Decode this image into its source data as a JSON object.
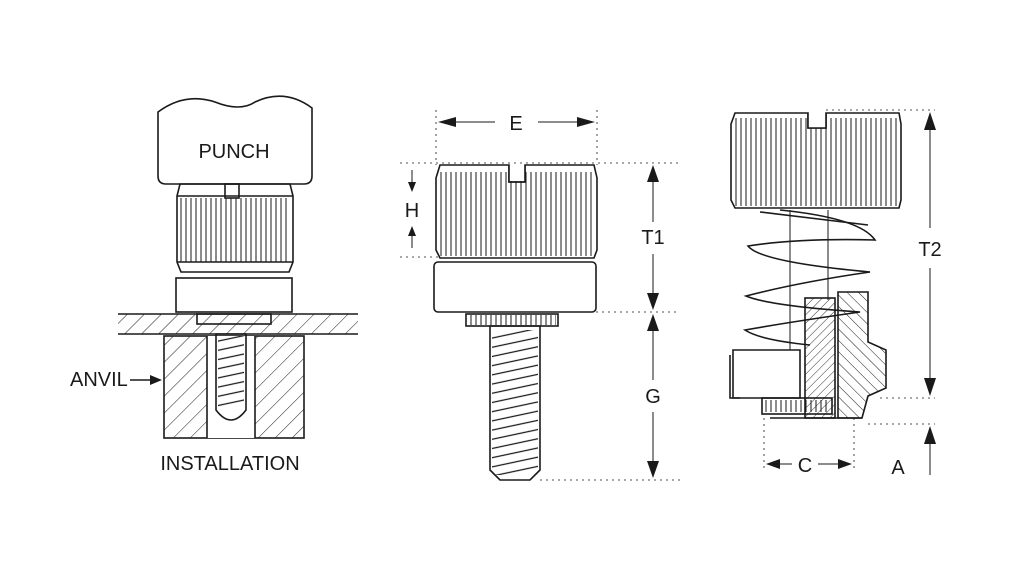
{
  "labels": {
    "punch": "PUNCH",
    "anvil": "ANVIL",
    "installation": "INSTALLATION",
    "dim_e": "E",
    "dim_h": "H",
    "dim_t1": "T1",
    "dim_g": "G",
    "dim_t2": "T2",
    "dim_c": "C",
    "dim_a": "A"
  },
  "colors": {
    "ink": "#1a1a1a",
    "paper": "#ffffff"
  }
}
